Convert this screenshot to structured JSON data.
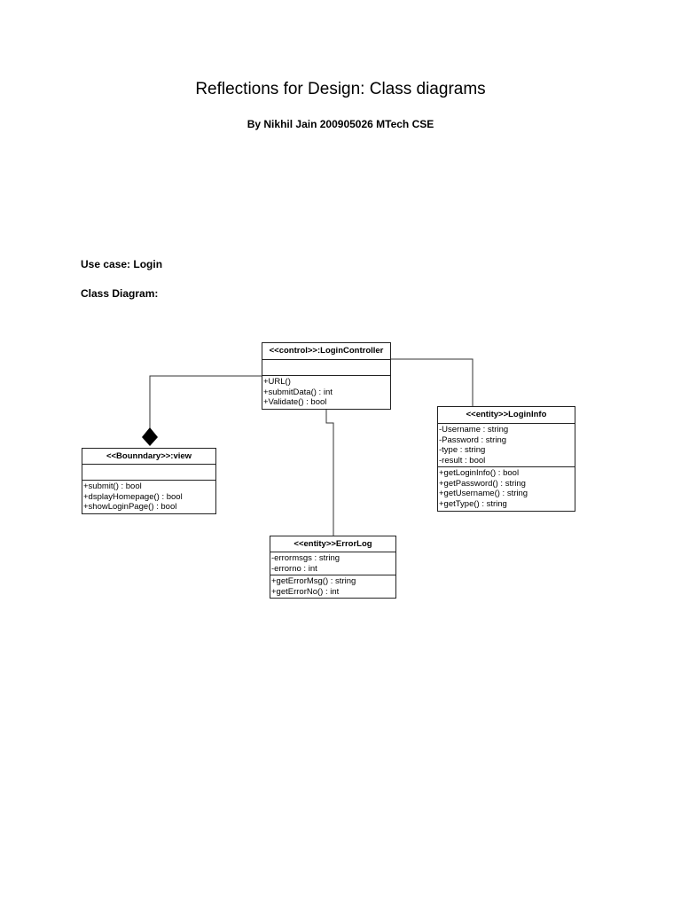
{
  "document": {
    "title": "Reflections for Design: Class diagrams",
    "author_line": "By Nikhil Jain 200905026 MTech CSE",
    "use_case_line": "Use case: Login",
    "class_diagram_label": "Class Diagram:"
  },
  "diagram": {
    "login_controller": {
      "header": "<<control>>:LoginController",
      "attributes": [],
      "methods": [
        "+URL()",
        "+submitData() : int",
        "+Validate() : bool"
      ]
    },
    "view": {
      "header": "<<Bounndary>>:view",
      "attributes": [],
      "methods": [
        "+submit() : bool",
        "+dsplayHomepage() : bool",
        "+showLoginPage() : bool"
      ]
    },
    "login_info": {
      "header": "<<entity>>LoginInfo",
      "attributes": [
        "-Username : string",
        "-Password : string",
        "-type : string",
        "-result : bool"
      ],
      "methods": [
        "+getLoginInfo() : bool",
        "+getPassword() : string",
        "+getUsername() : string",
        "+getType() : string"
      ]
    },
    "error_log": {
      "header": "<<entity>>ErrorLog",
      "attributes": [
        "-errormsgs : string",
        "-errorno : int"
      ],
      "methods": [
        "+getErrorMsg() : string",
        "+getErrorNo() : int"
      ]
    }
  }
}
